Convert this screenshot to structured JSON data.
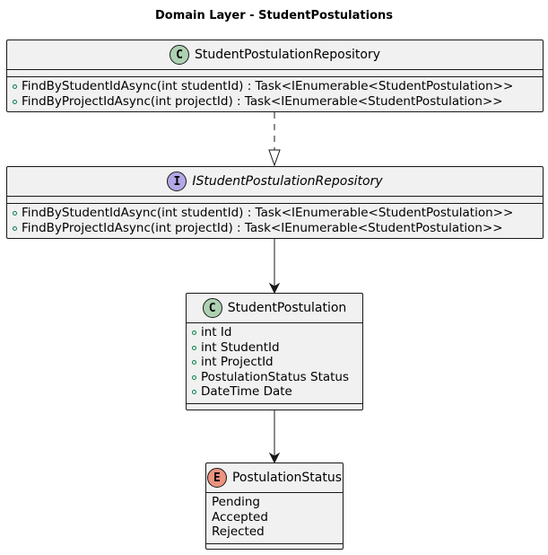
{
  "diagram": {
    "title": "Domain Layer - StudentPostulations",
    "repository": {
      "badge": "C",
      "badge_color": "#add1b2",
      "name": "StudentPostulationRepository",
      "methods": [
        "FindByStudentIdAsync(int studentId) : Task<IEnumerable<StudentPostulation>>",
        "FindByProjectIdAsync(int projectId) : Task<IEnumerable<StudentPostulation>>"
      ]
    },
    "interface": {
      "badge": "I",
      "badge_color": "#b4a7e5",
      "name": "IStudentPostulationRepository",
      "methods": [
        "FindByStudentIdAsync(int studentId) : Task<IEnumerable<StudentPostulation>>",
        "FindByProjectIdAsync(int projectId) : Task<IEnumerable<StudentPostulation>>"
      ]
    },
    "entity": {
      "badge": "C",
      "badge_color": "#add1b2",
      "name": "StudentPostulation",
      "fields": [
        "int Id",
        "int StudentId",
        "int ProjectId",
        "PostulationStatus Status",
        "DateTime Date"
      ]
    },
    "enumeration": {
      "badge": "E",
      "badge_color": "#eb937f",
      "name": "PostulationStatus",
      "values": [
        "Pending",
        "Accepted",
        "Rejected"
      ]
    },
    "relations": [
      {
        "from": "StudentPostulationRepository",
        "to": "IStudentPostulationRepository",
        "type": "realization"
      },
      {
        "from": "IStudentPostulationRepository",
        "to": "StudentPostulation",
        "type": "association"
      },
      {
        "from": "StudentPostulation",
        "to": "PostulationStatus",
        "type": "association"
      }
    ]
  }
}
